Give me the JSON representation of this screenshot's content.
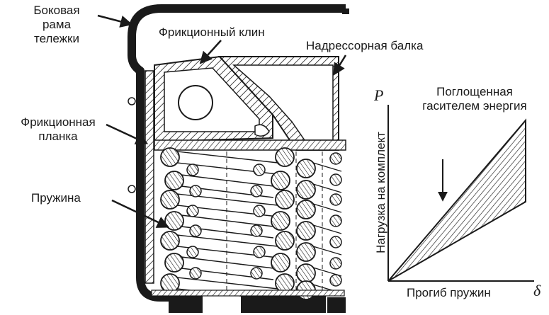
{
  "labels": {
    "side_frame": [
      "Боковая",
      "рама",
      "тележки"
    ],
    "friction_wedge": "Фрикционный клин",
    "bolster": "Надрессорная балка",
    "friction_plate": [
      "Фрикционная",
      "планка"
    ],
    "spring": "Пружина"
  },
  "graph": {
    "title": [
      "Поглощенная",
      "гасителем энергия"
    ],
    "y_axis_label": "Нагрузка на комплект",
    "x_axis_label": "Прогиб пружин",
    "y_symbol": "P",
    "x_symbol": "δ"
  },
  "colors": {
    "ink": "#1a1a1a",
    "frame": "#1a1a1a",
    "hatch": "#1a1a1a",
    "background": "#ffffff"
  }
}
